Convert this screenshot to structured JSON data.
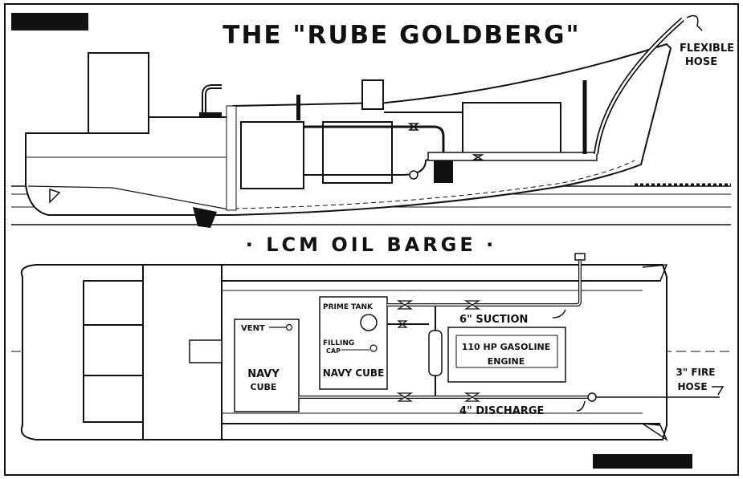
{
  "title": "THE \"RUBE GOLDBERG\"",
  "subtitle": "· LCM OIL BARGE ·",
  "side_view": {
    "flexible_hose_label_1": "FLEXIBLE",
    "flexible_hose_label_2": "HOSE"
  },
  "plan_view": {
    "vent_label": "VENT",
    "navy_cube_left_1": "NAVY",
    "navy_cube_left_2": "CUBE",
    "prime_tank_label": "PRIME TANK",
    "filling_cap_label_1": "FILLING",
    "filling_cap_label_2": "CAP",
    "navy_cube_right": "NAVY CUBE",
    "engine_label_1": "110 HP GASOLINE",
    "engine_label_2": "ENGINE",
    "suction_label": "6\" SUCTION",
    "discharge_label": "4\" DISCHARGE",
    "fire_hose_label_1": "3\" FIRE",
    "fire_hose_label_2": "HOSE"
  },
  "colors": {
    "ink": "#111111",
    "paper": "#ffffff"
  }
}
